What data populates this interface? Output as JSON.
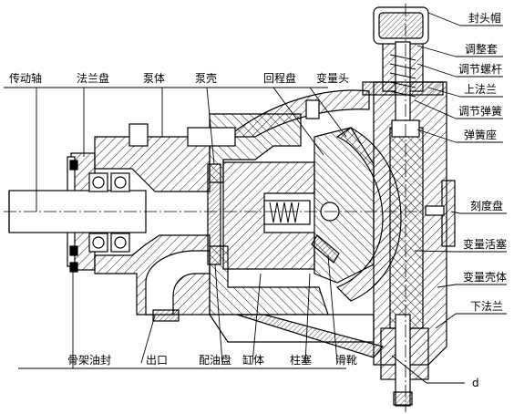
{
  "labels": {
    "drive_shaft": "传动轴",
    "flange_plate": "法兰盘",
    "pump_body": "泵体",
    "pump_shell": "泵壳",
    "return_plate": "回程盘",
    "variable_head": "变量头",
    "seal_cap": "封头帽",
    "adjust_sleeve": "调整套",
    "adjust_screw": "调节螺杆",
    "upper_flange": "上法兰",
    "adjust_spring": "调节弹簧",
    "spring_seat": "弹簧座",
    "dial": "刻度盘",
    "variable_piston": "变量活塞",
    "variable_shell": "变量壳体",
    "lower_flange": "下法兰",
    "d_mark": "d",
    "skeleton_seal": "骨架油封",
    "outlet": "出口",
    "valve_plate": "配油盘",
    "cylinder": "缸体",
    "plunger": "柱塞",
    "slipper": "滑靴"
  }
}
